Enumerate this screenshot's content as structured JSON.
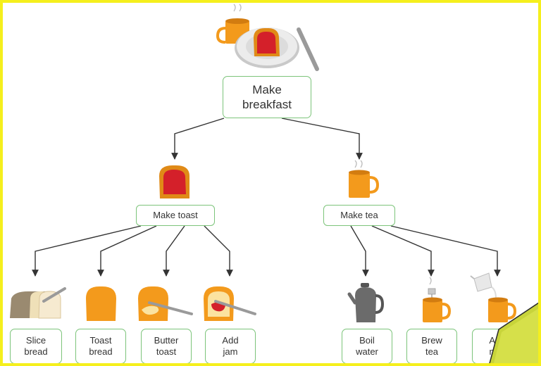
{
  "colors": {
    "node_border": "#7cc47a",
    "arrow": "#333333",
    "frame": "#f5ef1d",
    "mug": "#f39a1c",
    "jam": "#d4202a",
    "bread": "#e08a17",
    "kettle": "#6b6b6b",
    "callout": "#c8d43a"
  },
  "root": {
    "line1": "Make",
    "line2": "breakfast",
    "icon": "breakfast-plate-and-tea-icon"
  },
  "toast": {
    "label": "Make toast",
    "icon": "toast-with-jam-icon",
    "steps": [
      {
        "line1": "Slice",
        "line2": "bread",
        "icon": "sliced-loaf-icon"
      },
      {
        "line1": "Toast",
        "line2": "bread",
        "icon": "toast-slice-icon"
      },
      {
        "line1": "Butter",
        "line2": "toast",
        "icon": "butter-toast-icon"
      },
      {
        "line1": "Add",
        "line2": "jam",
        "icon": "jam-toast-icon"
      }
    ]
  },
  "tea": {
    "label": "Make tea",
    "icon": "tea-mug-icon",
    "steps": [
      {
        "line1": "Boil",
        "line2": "water",
        "icon": "kettle-icon"
      },
      {
        "line1": "Brew",
        "line2": "tea",
        "icon": "teabag-mug-icon"
      },
      {
        "line1": "Add",
        "line2": "milk",
        "icon": "milk-jug-mug-icon"
      }
    ]
  }
}
